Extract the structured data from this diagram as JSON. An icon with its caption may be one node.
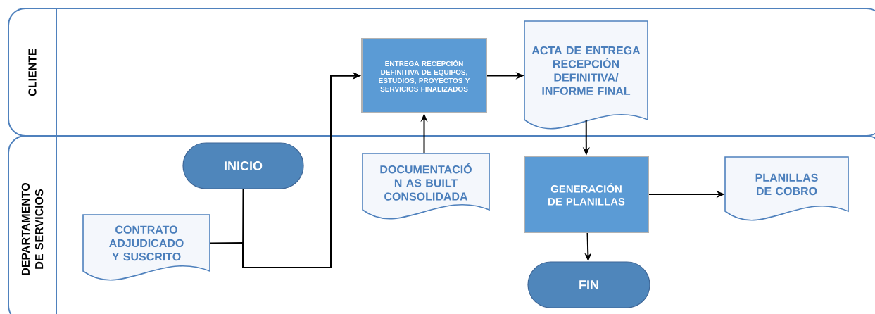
{
  "diagram": {
    "nodes": [
      {
        "text": [
          "CLIENTE"
        ]
      },
      {
        "text": [
          "DEPARTAMENTO DE SERVICIOS"
        ]
      },
      {
        "text": [
          "ENTREGA RECEPCIÓN DEFINITIVA DE EQUIPOS, ESTUDIOS, PROYECTOS Y SERVICIOS FINALIZADOS"
        ],
        "in": 0
      },
      {
        "text": [
          "ACTA DE ENTREGA RECEPCIÓN DEFINITIVA/ INFORME FINAL"
        ],
        "in": 0
      },
      {
        "text": [
          "INICIO"
        ],
        "in": 1
      },
      {
        "text": [
          "DOCUMENTACIÓ N AS BUILT CONSOLIDADA"
        ],
        "in": 1
      },
      {
        "text": [
          "GENERACIÓN DE PLANILLAS"
        ],
        "in": 1
      },
      {
        "text": [
          "PLANILLAS DE COBRO"
        ],
        "in": 1
      },
      {
        "text": [
          "CONTRATO ADJUDICADO Y SUSCRITO"
        ],
        "in": 1
      },
      {
        "text": [
          "FIN"
        ],
        "in": 1
      }
    ],
    "edges": [
      {
        "from": 4,
        "to": 2,
        "arrow": "to"
      },
      {
        "from": 8,
        "to": 2,
        "arrow": "to"
      },
      {
        "from": 5,
        "to": 2,
        "arrow": "to"
      },
      {
        "from": 2,
        "to": 3,
        "arrow": "to"
      },
      {
        "from": 3,
        "to": 6,
        "arrow": "to"
      },
      {
        "from": 6,
        "to": 7,
        "arrow": "to"
      },
      {
        "from": 6,
        "to": 9,
        "arrow": "to"
      }
    ]
  }
}
